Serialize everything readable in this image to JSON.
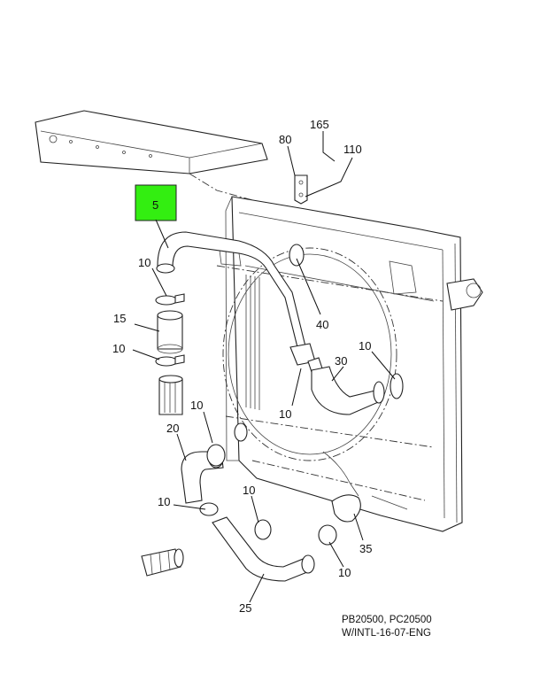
{
  "highlight_color": "#33ee11",
  "callouts": {
    "c165": "165",
    "c80": "80",
    "c110": "110",
    "c5": "5",
    "c10a": "10",
    "c15": "15",
    "c10b": "10",
    "c40": "40",
    "c10c": "10",
    "c30": "30",
    "c10d": "10",
    "c10e": "10",
    "c20": "20",
    "c10f": "10",
    "c10g": "10",
    "c35": "35",
    "c10h": "10",
    "c25": "25"
  },
  "caption": {
    "line1": "PB20500, PC20500",
    "line2": "W/INTL-16-07-ENG"
  }
}
